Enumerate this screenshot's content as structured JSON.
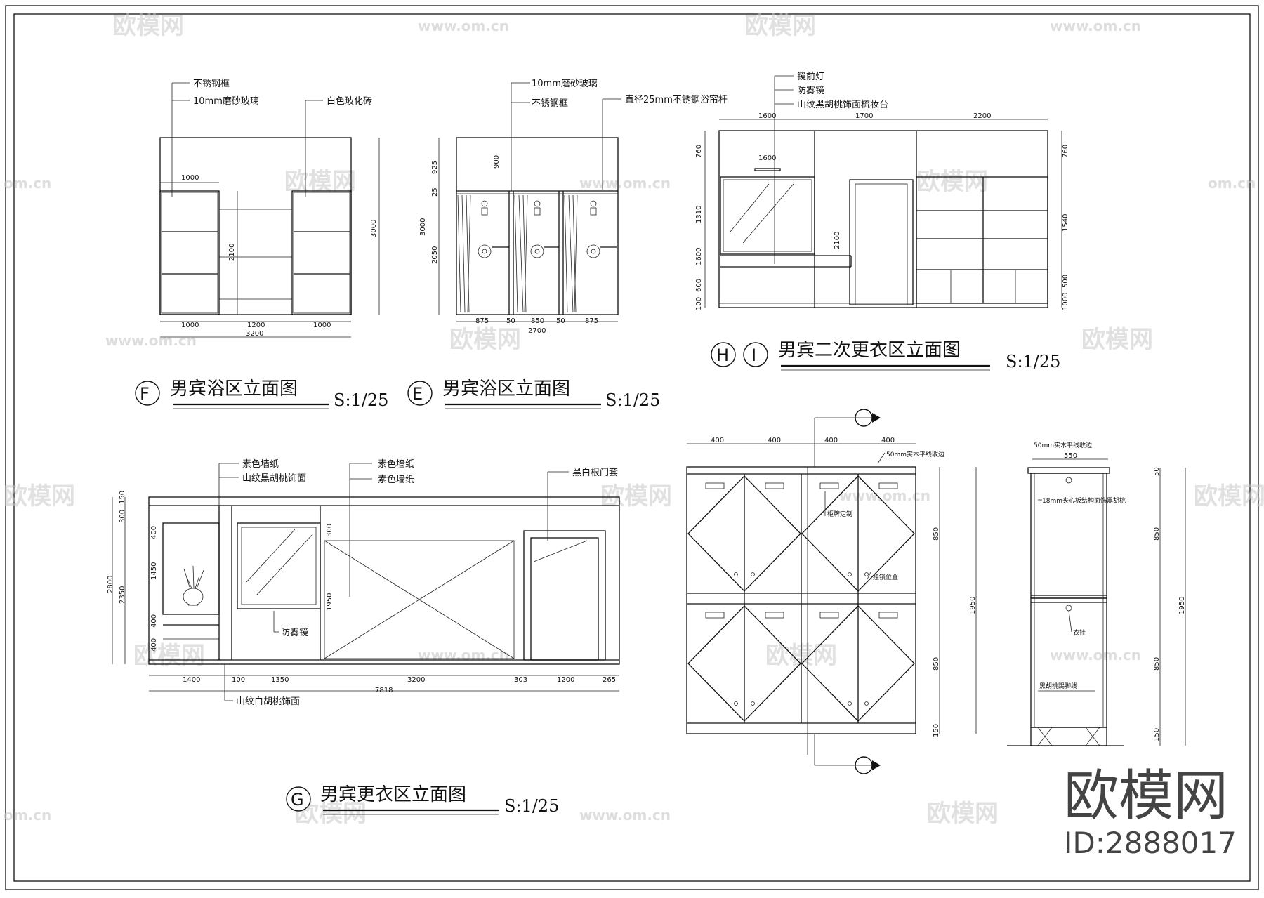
{
  "watermark": {
    "brand": "欧模网",
    "url": "www.om.cn",
    "url_short": "om.cn"
  },
  "stamp": {
    "brand": "欧模网",
    "id": "ID:2888017"
  },
  "drawings": {
    "F": {
      "marker": "F",
      "title": "男宾浴区立面图",
      "scale": "S:1/25",
      "labels": [
        "不锈钢框",
        "10mm磨砂玻璃",
        "白色玻化砖"
      ],
      "dims": {
        "top_width": "1000",
        "bottom": [
          "1000",
          "1200",
          "1000"
        ],
        "total": "3200",
        "height_inner": "2100",
        "height_total": "3000"
      }
    },
    "E": {
      "marker": "E",
      "title": "男宾浴区立面图",
      "scale": "S:1/25",
      "labels": [
        "10mm磨砂玻璃",
        "不锈钢框",
        "直径25mm不锈钢浴帘杆"
      ],
      "dims": {
        "left": [
          "925",
          "25",
          "3000",
          "2050"
        ],
        "mid": "900",
        "bottom": [
          "875",
          "50",
          "850",
          "50",
          "875"
        ],
        "total": "2700"
      }
    },
    "HI": {
      "marker_a": "H",
      "marker_b": "I",
      "title": "男宾二次更衣区立面图",
      "scale": "S:1/25",
      "labels": [
        "镜前灯",
        "防雾镜",
        "山纹黑胡桃饰面梳妆台"
      ],
      "dims": {
        "top": [
          "1600",
          "1700",
          "2200"
        ],
        "mirror": "1600",
        "door": "2100",
        "left": [
          "760",
          "1310",
          "1600",
          "600",
          "100"
        ],
        "right": [
          "760",
          "1540",
          "500",
          "1000"
        ]
      }
    },
    "G": {
      "marker": "G",
      "title": "男宾更衣区立面图",
      "scale": "S:1/25",
      "labels": [
        "素色墙纸",
        "山纹黑胡桃饰面",
        "素色墙纸",
        "素色墙纸",
        "黑白根门套",
        "防雾镜",
        "山纹白胡桃饰面"
      ],
      "dims": {
        "bottom": [
          "1400",
          "100",
          "1350",
          "3200",
          "303",
          "1200",
          "265"
        ],
        "total": "7818",
        "left": [
          "2800",
          "2350",
          "300",
          "150"
        ],
        "inner": [
          "400",
          "1450",
          "400",
          "400"
        ],
        "mirror_top": "300",
        "mirror_h": "1950"
      }
    },
    "locker": {
      "labels": [
        "50mm实木平线收边",
        "柜牌定制",
        "挂锁位置"
      ],
      "dims": {
        "top": [
          "400",
          "400",
          "400",
          "400"
        ],
        "right": [
          "850",
          "1950",
          "850",
          "150"
        ]
      }
    },
    "locker_section": {
      "labels": [
        "50mm实木平线收边",
        "18mm夹心板结构面饰黑胡桃",
        "衣挂",
        "黑胡桃踢脚线"
      ],
      "dims": {
        "top": "550",
        "right": [
          "50",
          "850",
          "1950",
          "850",
          "150"
        ]
      }
    }
  }
}
